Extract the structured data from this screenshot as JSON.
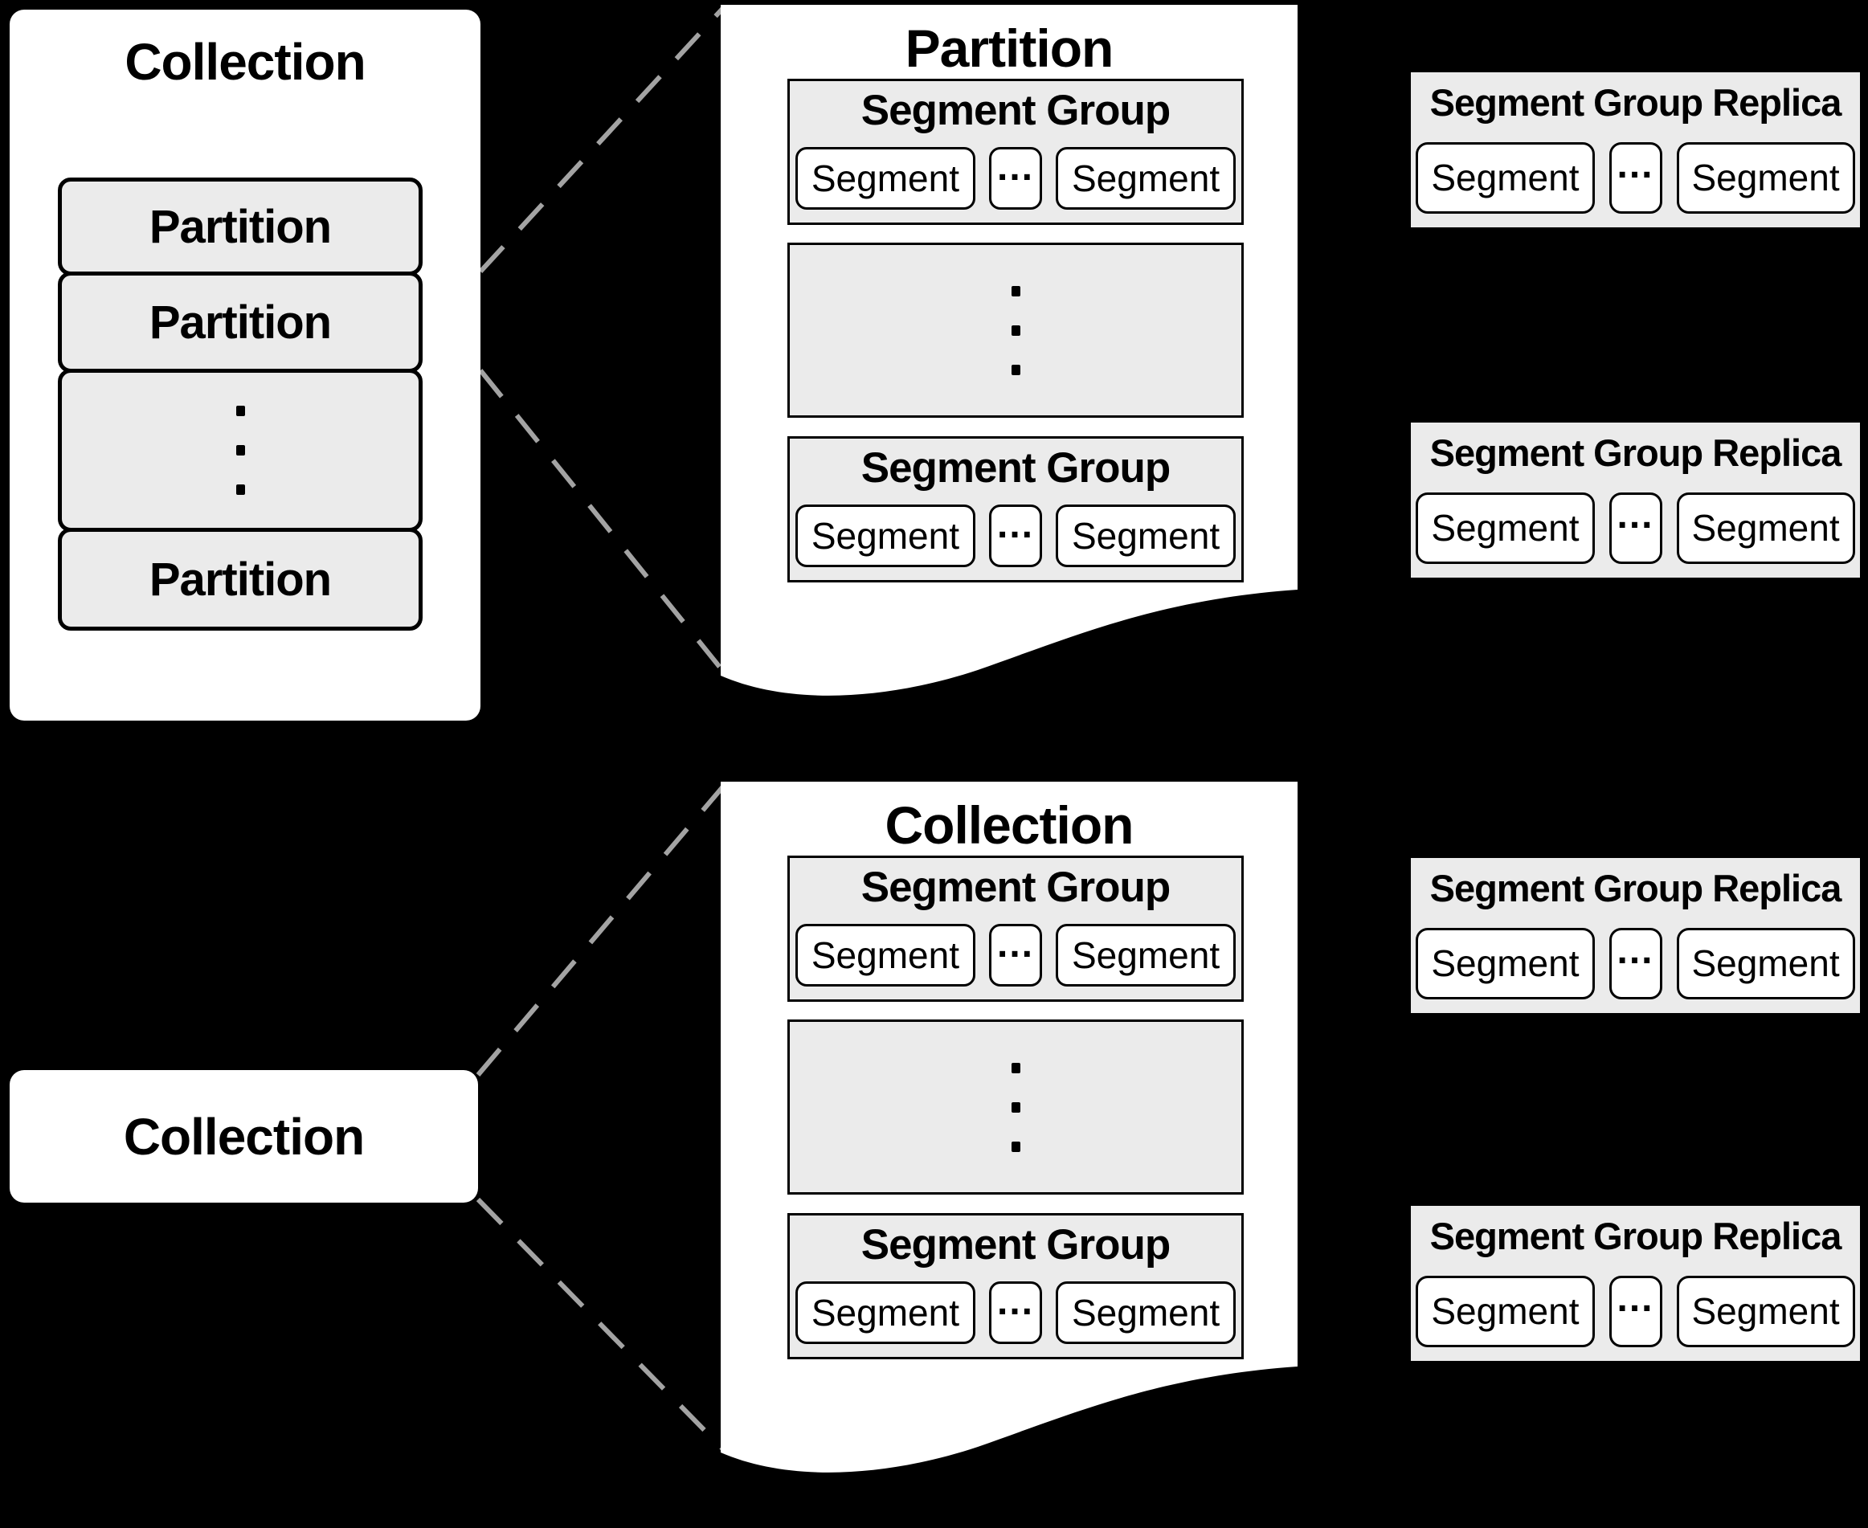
{
  "colors": {
    "background": "#000000",
    "node_fill": "#ffffff",
    "panel_fill": "#ebebeb",
    "line": "#000000",
    "connector": "#a3a3a3"
  },
  "collection_box": {
    "title": "Collection",
    "partitions": [
      {
        "label": "Partition"
      },
      {
        "label": "Partition"
      },
      {
        "label": "Partition"
      }
    ]
  },
  "partition_document": {
    "title": "Partition",
    "segment_groups": [
      {
        "title": "Segment Group",
        "segment_left": "Segment",
        "ellipsis": "...",
        "segment_right": "Segment"
      },
      {
        "title": "Segment Group",
        "segment_left": "Segment",
        "ellipsis": "...",
        "segment_right": "Segment"
      }
    ]
  },
  "collection_document": {
    "title": "Collection",
    "segment_groups": [
      {
        "title": "Segment Group",
        "segment_left": "Segment",
        "ellipsis": "...",
        "segment_right": "Segment"
      },
      {
        "title": "Segment Group",
        "segment_left": "Segment",
        "ellipsis": "...",
        "segment_right": "Segment"
      }
    ]
  },
  "collection_node": {
    "title": "Collection"
  },
  "replicas": [
    {
      "title": "Segment Group Replica",
      "segment_left": "Segment",
      "ellipsis": "...",
      "segment_right": "Segment"
    },
    {
      "title": "Segment Group Replica",
      "segment_left": "Segment",
      "ellipsis": "...",
      "segment_right": "Segment"
    },
    {
      "title": "Segment Group Replica",
      "segment_left": "Segment",
      "ellipsis": "...",
      "segment_right": "Segment"
    },
    {
      "title": "Segment Group Replica",
      "segment_left": "Segment",
      "ellipsis": "...",
      "segment_right": "Segment"
    }
  ]
}
